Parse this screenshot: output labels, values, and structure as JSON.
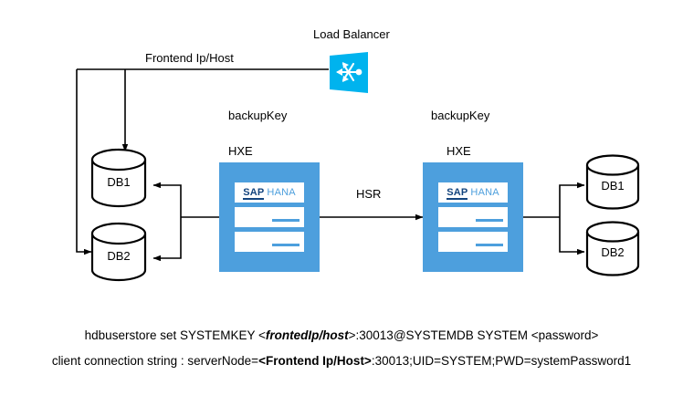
{
  "diagram": {
    "title_labels": {
      "load_balancer": "Load Balancer",
      "frontend_host": "Frontend Ip/Host",
      "hsr": "HSR"
    },
    "primary_site": {
      "backup_key": "backupKey",
      "hxe": "HXE",
      "product": {
        "sap": "SAP",
        "hana": "HANA"
      }
    },
    "secondary_site": {
      "backup_key": "backupKey",
      "hxe": "HXE",
      "product": {
        "sap": "SAP",
        "hana": "HANA"
      }
    },
    "left_databases": [
      {
        "label": "DB1"
      },
      {
        "label": "DB2"
      }
    ],
    "right_databases": [
      {
        "label": "DB1"
      },
      {
        "label": "DB2"
      }
    ],
    "commands": {
      "line1": {
        "pre": "hdbuserstore set SYSTEMKEY <",
        "emphasis": "frontedIp/host",
        "post": ">:30013@SYSTEMDB SYSTEM <password>"
      },
      "line2": {
        "pre": "client connection string : serverNode=",
        "emphasis": "<Frontend Ip/Host>",
        "post": ":30013;UID=SYSTEM;PWD=systemPassword1"
      }
    },
    "colors": {
      "hana_blue": "#4d9fdd",
      "lb_cyan": "#00b3ee",
      "sap_navy": "#13447e",
      "line": "#000000"
    }
  }
}
